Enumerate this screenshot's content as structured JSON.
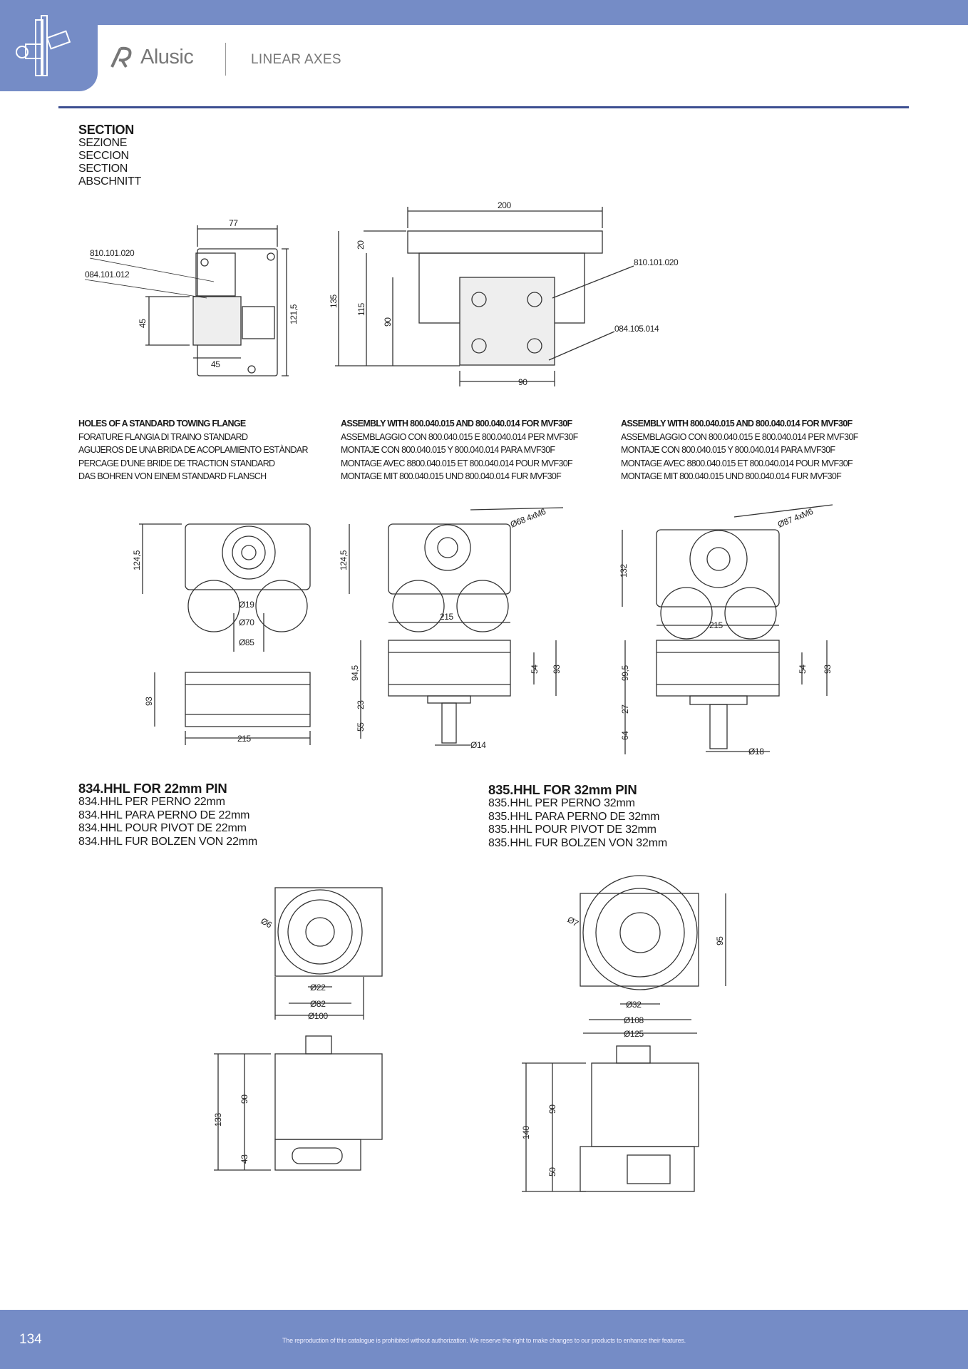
{
  "header": {
    "brand": "Alusic",
    "category": "LINEAR AXES",
    "accent": "#758cc6",
    "rule_color": "#3c4f91"
  },
  "section": {
    "title": "SECTION",
    "lines": [
      "SEZIONE",
      "SECCION",
      "SECTION",
      "ABSCHNITT"
    ]
  },
  "section_drawings": {
    "left": {
      "width": "77",
      "height": "121,5",
      "profile_h": "45",
      "profile_w": "45",
      "part1": "810.101.020",
      "part2": "084.101.012"
    },
    "right": {
      "width": "200",
      "h_total": "135",
      "h_115": "115",
      "h_90": "90",
      "top": "20",
      "bottom": "90",
      "part1": "810.101.020",
      "part2": "084.105.014"
    }
  },
  "captions": [
    {
      "title": "HOLES OF A STANDARD TOWING FLANGE",
      "lines": [
        "FORATURE FLANGIA DI TRAINO STANDARD",
        "AGUJEROS DE UNA BRIDA DE ACOPLAMIENTO ESTÀNDAR",
        "PERCAGE D'UNE BRIDE DE TRACTION STANDARD",
        "DAS BOHREN VON EINEM STANDARD FLANSCH"
      ]
    },
    {
      "title": "ASSEMBLY WITH 800.040.015 AND 800.040.014 FOR MVF30F",
      "lines": [
        "ASSEMBLAGGIO CON 800.040.015 E 800.040.014 PER MVF30F",
        "MONTAJE CON 800.040.015 Y 800.040.014 PARA MVF30F",
        "MONTAGE AVEC 8800.040.015 ET 800.040.014 POUR MVF30F",
        "MONTAGE MIT 800.040.015 UND 800.040.014 FUR MVF30F"
      ]
    },
    {
      "title": "ASSEMBLY WITH 800.040.015 AND 800.040.014 FOR MVF30F",
      "lines": [
        "ASSEMBLAGGIO CON 800.040.015 E 800.040.014 PER MVF30F",
        "MONTAJE CON 800.040.015 Y 800.040.014 PARA MVF30F",
        "MONTAGE AVEC 8800.040.015 ET 800.040.014 POUR MVF30F",
        "MONTAGE MIT 800.040.015 UND 800.040.014 FUR MVF30F"
      ]
    }
  ],
  "flange_dims": {
    "height": "124,5",
    "d1": "Ø19",
    "d2": "Ø70",
    "d3": "Ø85",
    "side_h": "93",
    "width": "215"
  },
  "assy1_dims": {
    "pcd": "Ø68 4xM6",
    "height": "124,5",
    "width": "215",
    "h1": "94,5",
    "h2": "54",
    "h3": "93",
    "h4": "23",
    "h5": "55",
    "shaft": "Ø14"
  },
  "assy2_dims": {
    "pcd": "Ø87 4xM6",
    "height": "132",
    "width": "215",
    "h1": "99,5",
    "h2": "54",
    "h3": "93",
    "h4": "27",
    "h5": "64",
    "shaft": "Ø18"
  },
  "products": [
    {
      "title": "834.HHL FOR 22mm PIN",
      "lines": [
        "834.HHL PER PERNO 22mm",
        "834.HHL PARA PERNO DE 22mm",
        "834.HHL POUR PIVOT DE 22mm",
        "834.HHL FUR BOLZEN VON 22mm"
      ],
      "dims": {
        "hole": "Ø6",
        "d1": "Ø22",
        "d2": "Ø82",
        "d3": "Ø100",
        "h_total": "133",
        "h_body": "90",
        "h_base": "43"
      }
    },
    {
      "title": "835.HHL FOR 32mm PIN",
      "lines": [
        "835.HHL PER PERNO 32mm",
        "835.HHL PARA PERNO DE 32mm",
        "835.HHL POUR PIVOT DE 32mm",
        "835.HHL FUR BOLZEN VON 32mm"
      ],
      "dims": {
        "hole": "Ø7",
        "side": "95",
        "d1": "Ø32",
        "d2": "Ø108",
        "d3": "Ø125",
        "h_total": "140",
        "h_body": "90",
        "h_base": "50"
      }
    }
  ],
  "footer": {
    "page": "134",
    "notice": "The reproduction of this catalogue is prohibited without authorization. We reserve the right to make changes to our products to enhance their features."
  }
}
